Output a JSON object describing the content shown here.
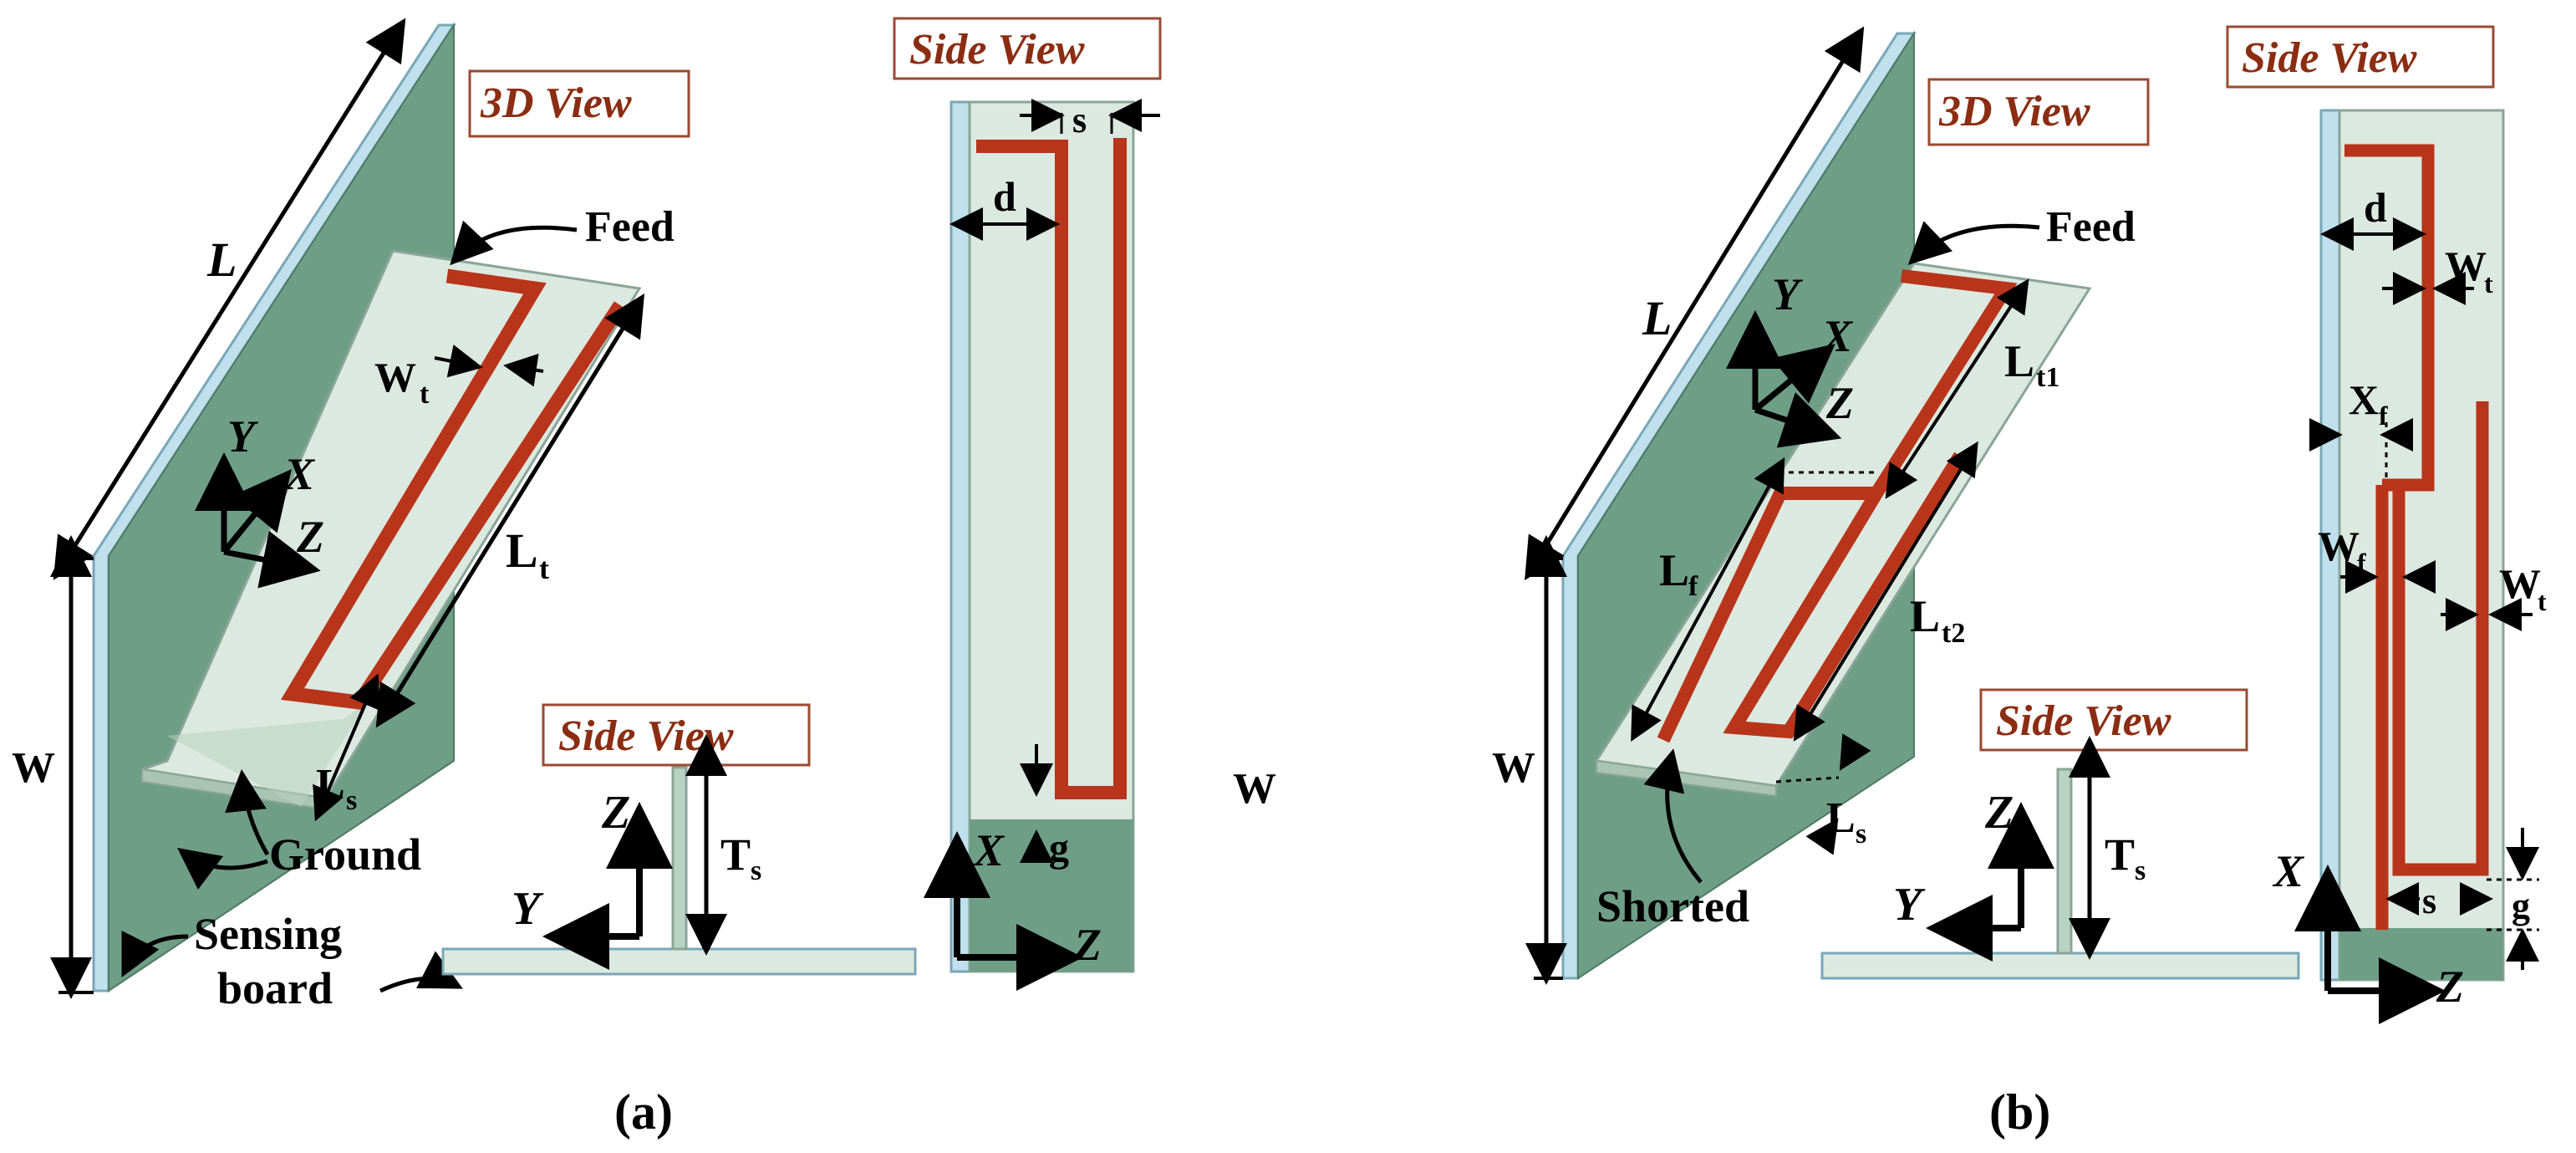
{
  "colors": {
    "board": "#6f9e86",
    "board_light": "#c8dccf",
    "substrate": "#dbe9e0",
    "edge": "#bfe0ec",
    "trace": "#b8341a",
    "trace_edge": "#7a1c0a",
    "tag_text": "#8b2d12",
    "tag_border": "#9a4a32"
  },
  "panel_a": {
    "tag_3d": "3D View",
    "tag_side_top": "Side View",
    "tag_side_bottom": "Side View",
    "L": "L",
    "W": "W",
    "W_t": "W",
    "W_t_sub": "t",
    "L_t": "L",
    "L_t_sub": "t",
    "L_s": "L",
    "L_s_sub": "s",
    "feed": "Feed",
    "ground": "Ground",
    "sensing1": "Sensing",
    "sensing2": "board",
    "axis_y": "Y",
    "axis_x": "X",
    "axis_z": "Z",
    "T_s": "T",
    "T_s_sub": "s",
    "s": "s",
    "d": "d",
    "g": "g",
    "W_right": "W",
    "caption": "(a)"
  },
  "panel_b": {
    "tag_3d": "3D View",
    "tag_side_top": "Side View",
    "tag_side_bottom": "Side View",
    "L": "L",
    "W": "W",
    "feed": "Feed",
    "L_t1": "L",
    "L_t1_sub": "t1",
    "L_t2": "L",
    "L_t2_sub": "t2",
    "L_f": "L",
    "L_f_sub": "f",
    "L_s": "L",
    "L_s_sub": "s",
    "shorted": "Shorted",
    "axis_y": "Y",
    "axis_x": "X",
    "axis_z": "Z",
    "T_s": "T",
    "T_s_sub": "s",
    "d": "d",
    "W_t": "W",
    "W_t_sub": "t",
    "X_f": "X",
    "X_f_sub": "f",
    "W_f": "W",
    "W_f_sub": "f",
    "W_t2": "W",
    "W_t2_sub": "t",
    "s": "s",
    "g": "g",
    "caption": "(b)"
  }
}
